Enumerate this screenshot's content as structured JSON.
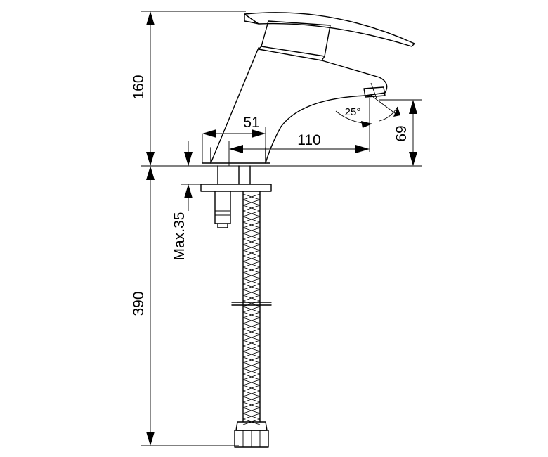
{
  "dimensions": {
    "height_upper": "160",
    "base_width": "51",
    "spout_reach": "110",
    "outlet_height": "69",
    "spout_angle": "25°",
    "deck_thickness": "Max.35",
    "hose_length": "390"
  }
}
